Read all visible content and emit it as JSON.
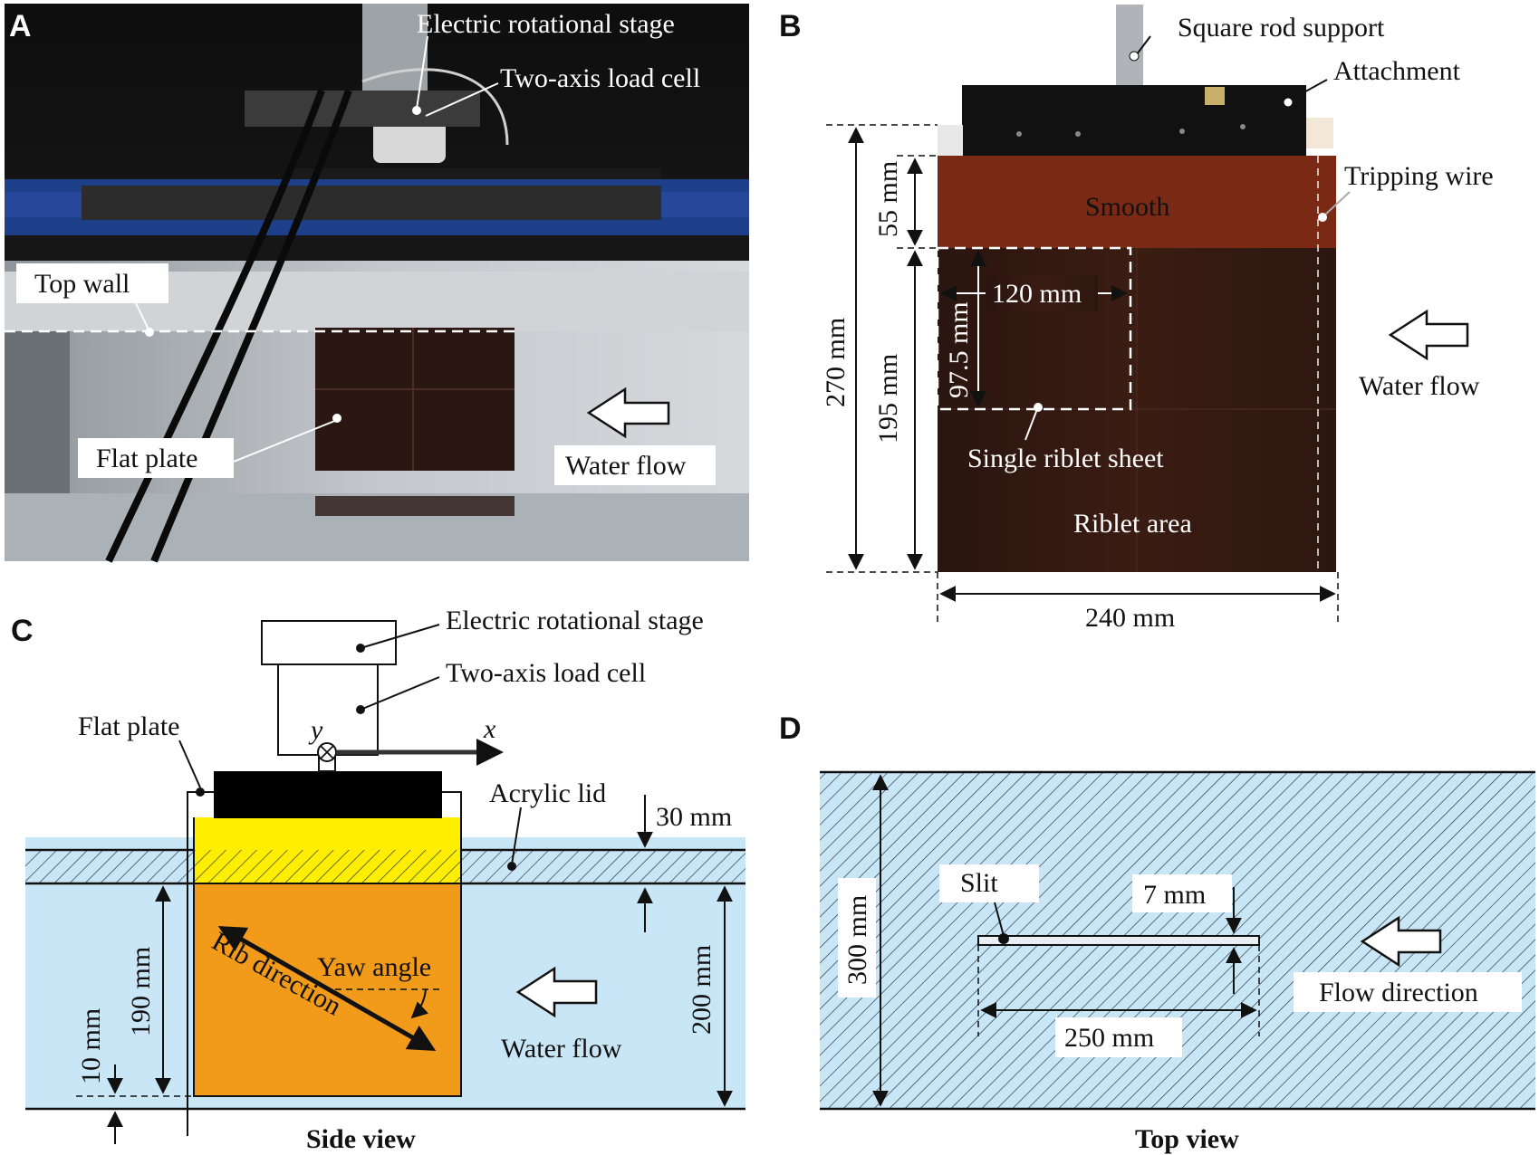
{
  "panel_a": {
    "letter": "A",
    "labels": {
      "stage": "Electric rotational stage",
      "load_cell": "Two-axis load cell",
      "top_wall": "Top wall",
      "flat_plate": "Flat plate",
      "water_flow": "Water flow"
    }
  },
  "panel_b": {
    "letter": "B",
    "labels": {
      "rod": "Square rod support",
      "attachment": "Attachment",
      "tripping": "Tripping wire",
      "smooth": "Smooth",
      "water_flow": "Water flow",
      "single_sheet": "Single riblet sheet",
      "riblet_area": "Riblet area"
    },
    "dims": {
      "total_height": "270 mm",
      "smooth_height": "55 mm",
      "riblet_height": "195 mm",
      "sheet_width": "120 mm",
      "sheet_height": "97.5 mm",
      "plate_width": "240 mm"
    }
  },
  "panel_c": {
    "letter": "C",
    "labels": {
      "stage": "Electric rotational stage",
      "load_cell": "Two-axis load cell",
      "flat_plate": "Flat plate",
      "acrylic_lid": "Acrylic lid",
      "yaw_angle": "Yaw angle",
      "rib_direction": "Rib direction",
      "water_flow": "Water flow",
      "axis_y": "y",
      "axis_x": "x"
    },
    "dims": {
      "lid": "30 mm",
      "plate_depth": "190 mm",
      "channel_depth": "200 mm",
      "gap": "10 mm"
    },
    "caption": "Side view",
    "colors": {
      "water": "#c9e6f7",
      "plate": "#f29a1a",
      "adhesive": "#ffee00",
      "black": "#000000"
    }
  },
  "panel_d": {
    "letter": "D",
    "labels": {
      "slit": "Slit",
      "flow": "Flow direction"
    },
    "dims": {
      "width": "300 mm",
      "slit_width": "7 mm",
      "slit_length": "250 mm"
    },
    "caption": "Top view",
    "colors": {
      "hatch_bg": "#c9e6f7"
    }
  }
}
